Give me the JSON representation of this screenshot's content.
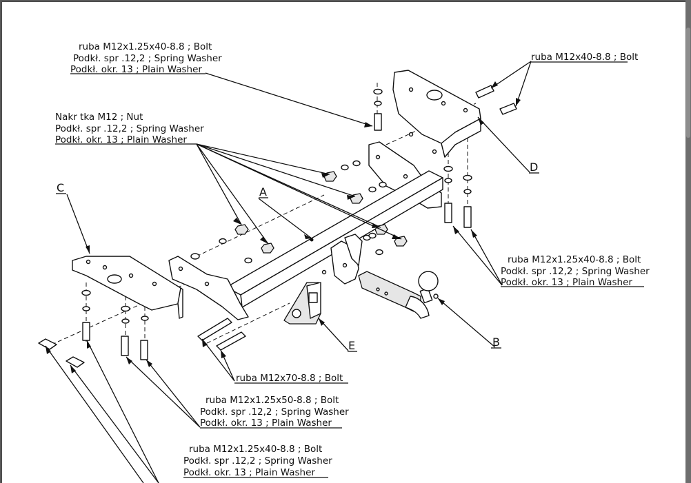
{
  "labels": {
    "top_left": [
      "ruba M12x1.25x40-8.8 ;  Bolt",
      "Podkł. spr  .12,2 ;  Spring Washer",
      "Podkł. okr. 13 ; Plain Washer"
    ],
    "top_right": [
      "ruba M12x40-8.8 ;  Bolt"
    ],
    "nut": [
      "Nakr tka  M12 ; Nut",
      "Podkł. spr  .12,2 ; Spring Washer",
      "Podkł. okr. 13 ; Plain Washer"
    ],
    "right_mid": [
      "ruba M12x1.25x40-8.8 ;  Bolt",
      "Podkł. spr  .12,2 ; Spring Washer",
      "Podkł. okr. 13 ; Plain Washer"
    ],
    "m70": [
      "ruba M12x70-8.8 ;  Bolt"
    ],
    "m50": [
      "ruba M12x1.25x50-8.8 ;  Bolt",
      "Podkł. spr  .12,2 ; Spring Washer",
      "Podkł. okr. 13 ; Plain Washer"
    ],
    "bottom": [
      "ruba M12x1.25x40-8.8 ;  Bolt",
      "Podkł. spr  .12,2 ;  Spring Washer",
      "Podkł. okr. 13 ; Plain Washer"
    ]
  },
  "letters": {
    "a": "A",
    "b": "B",
    "c": "C",
    "d": "D",
    "e": "E"
  }
}
